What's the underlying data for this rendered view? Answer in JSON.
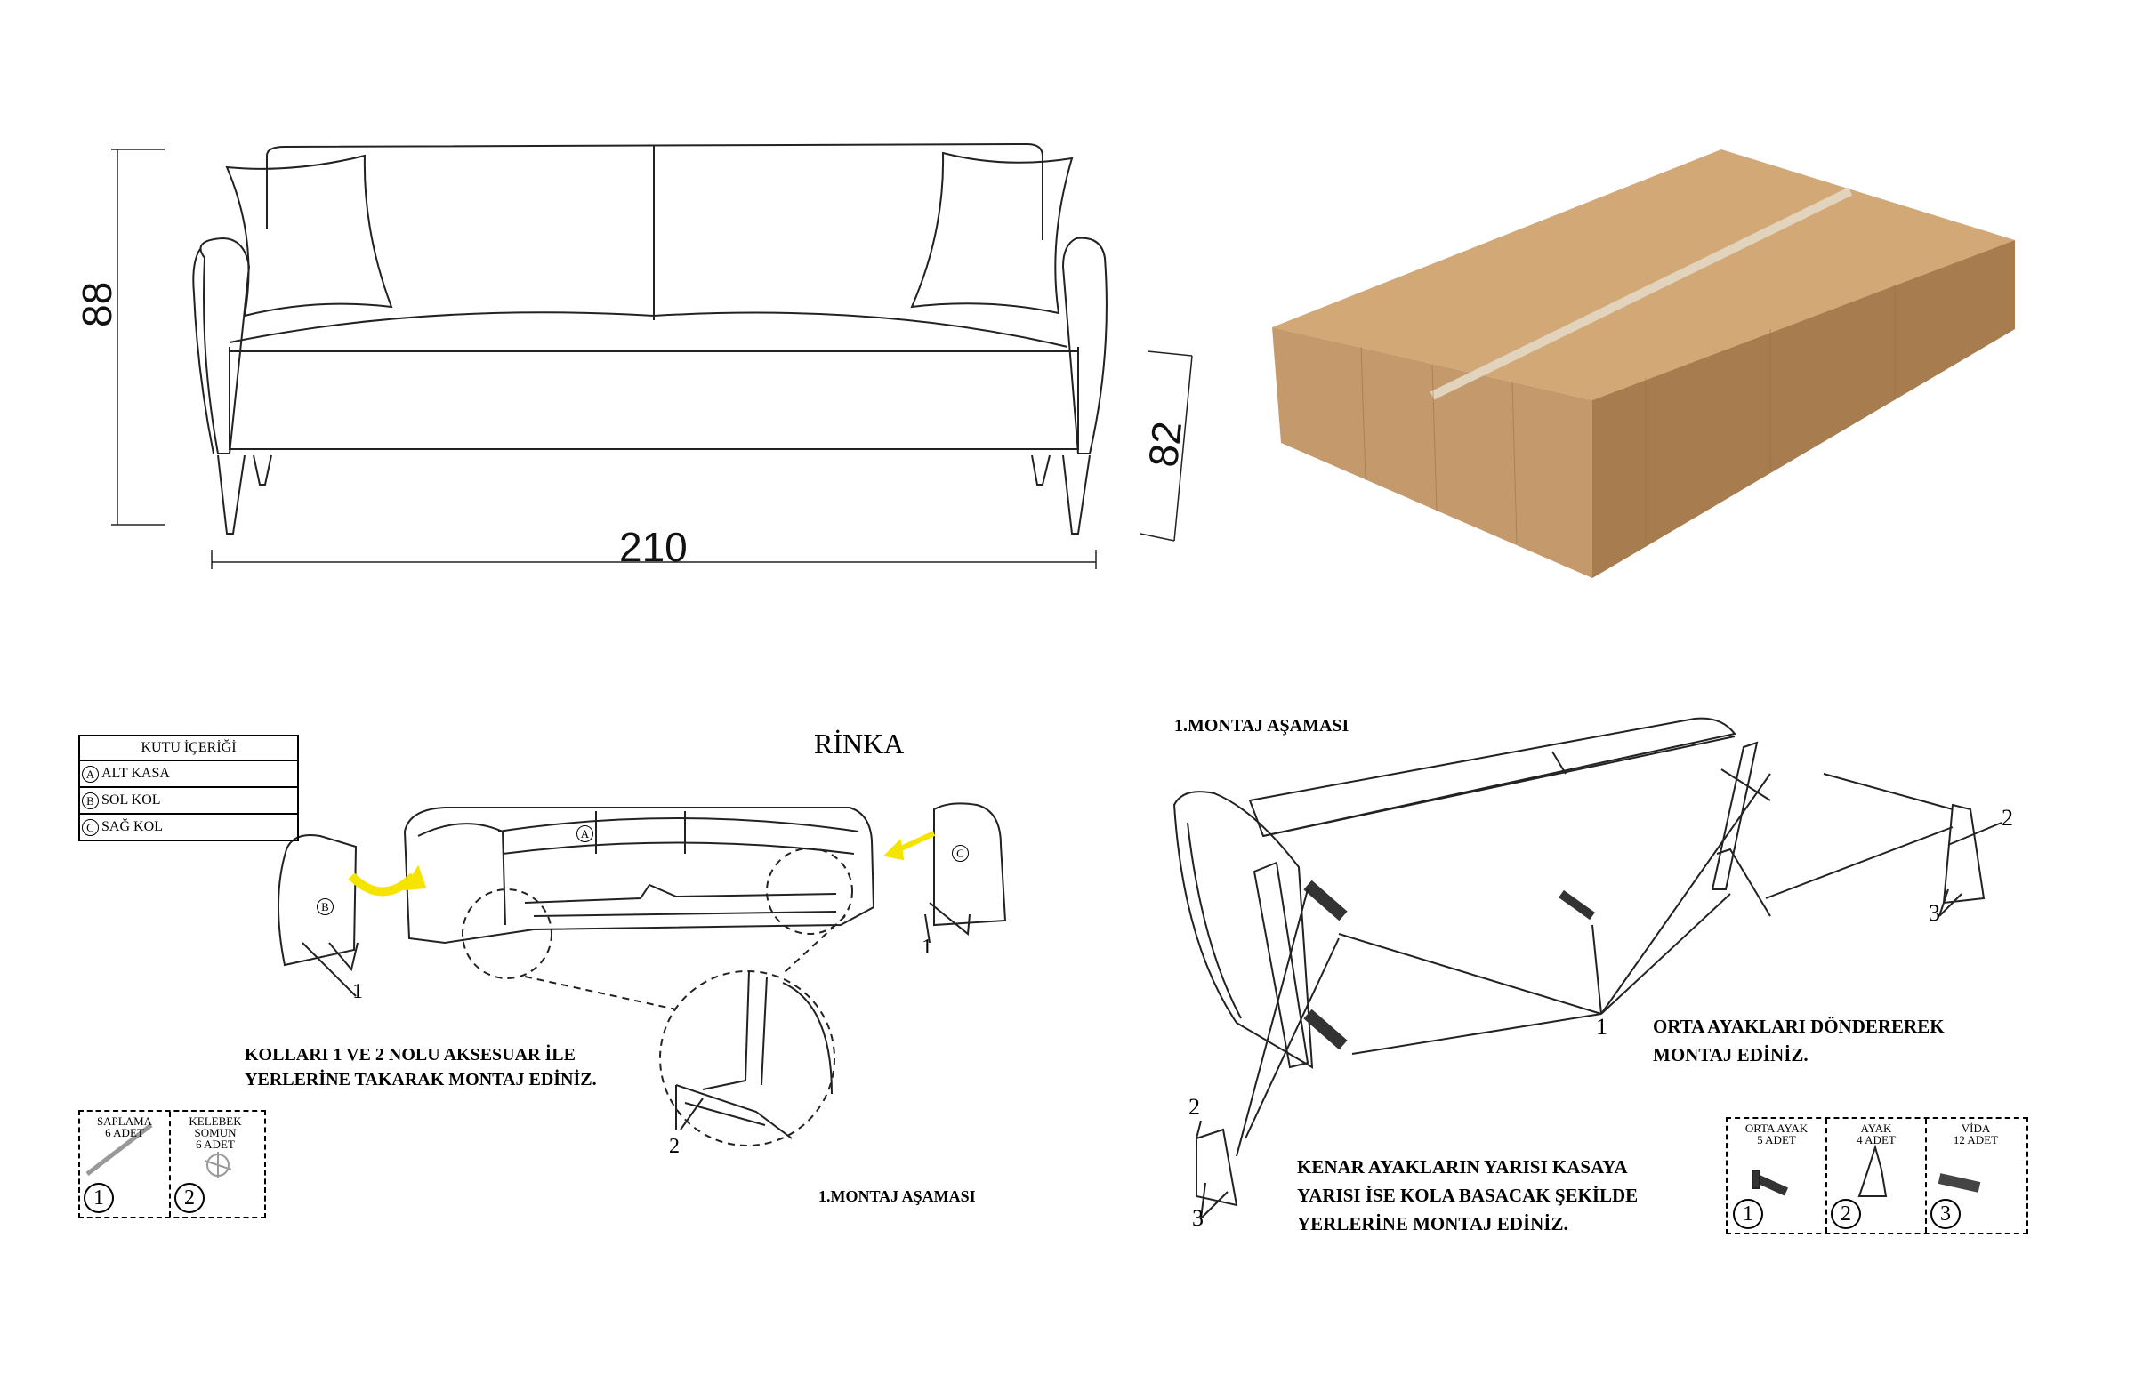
{
  "dimensions": {
    "height_total": "88",
    "height_seat": "82",
    "width": "210"
  },
  "colors": {
    "box_main": "#c49a6c",
    "box_side": "#a77c4f",
    "box_top": "#d2a877",
    "arrow": "#f5e400",
    "line": "#000000"
  },
  "left_panel": {
    "model_name": "RİNKA",
    "box_contents": {
      "title": "KUTU İÇERİĞİ",
      "items": [
        {
          "mark": "A",
          "label": "ALT KASA"
        },
        {
          "mark": "B",
          "label": "SOL KOL"
        },
        {
          "mark": "C",
          "label": "SAĞ KOL"
        }
      ]
    },
    "part_labels": {
      "a": "A",
      "b": "B",
      "c": "C",
      "callout_1a": "1",
      "callout_1b": "1",
      "callout_2": "2"
    },
    "instruction_line1": "KOLLARI 1 VE 2 NOLU AKSESUAR İLE",
    "instruction_line2": "YERLERİNE TAKARAK MONTAJ EDİNİZ.",
    "accessories": [
      {
        "line1": "SAPLAMA",
        "line2": "6 ADET",
        "line3": "",
        "num": "1"
      },
      {
        "line1": "KELEBEK",
        "line2": "SOMUN",
        "line3": "6 ADET",
        "num": "2"
      }
    ],
    "stage": "1.MONTAJ AŞAMASI"
  },
  "right_panel": {
    "stage": "1.MONTAJ AŞAMASI",
    "callouts": {
      "c1": "1",
      "c2a": "2",
      "c2b": "2",
      "c3a": "3",
      "c3b": "3"
    },
    "instruction_middle_line1": "ORTA AYAKLARI DÖNDEREREK",
    "instruction_middle_line2": "MONTAJ EDİNİZ.",
    "instruction_side_line1": "KENAR AYAKLARIN YARISI KASAYA",
    "instruction_side_line2": "YARISI İSE KOLA BASACAK ŞEKİLDE",
    "instruction_side_line3": "YERLERİNE MONTAJ EDİNİZ.",
    "accessories": [
      {
        "line1": "ORTA AYAK",
        "line2": "5 ADET",
        "num": "1"
      },
      {
        "line1": "AYAK",
        "line2": "4 ADET",
        "num": "2"
      },
      {
        "line1": "VİDA",
        "line2": "12 ADET",
        "num": "3"
      }
    ]
  }
}
